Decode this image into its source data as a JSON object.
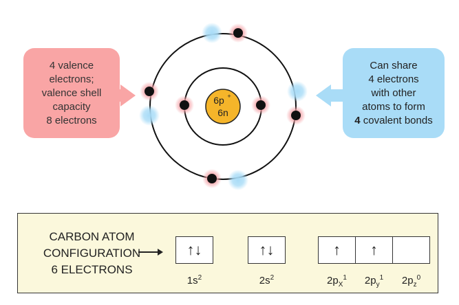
{
  "left_callout": {
    "lines": [
      "4 valence",
      "electrons;",
      "valence shell",
      "capacity",
      "8 electrons"
    ]
  },
  "right_callout": {
    "lines": [
      "Can share",
      "4 electrons",
      "with other",
      "atoms to form"
    ],
    "last_bold": "4",
    "last_rest": " covalent bonds"
  },
  "nucleus": {
    "protons": "6p",
    "proton_charge": "+",
    "neutrons": "6n"
  },
  "config": {
    "title_lines": [
      "CARBON ATOM",
      "CONFIGURATION",
      "6 ELECTRONS"
    ],
    "orbitals": [
      {
        "symbol": "↑↓",
        "label_base": "1s",
        "label_sub": "",
        "label_sup": "2"
      },
      {
        "symbol": "↑↓",
        "label_base": "2s",
        "label_sub": "",
        "label_sup": "2"
      },
      {
        "symbol": "↑",
        "label_base": "2p",
        "label_sub": "X",
        "label_sup": "1"
      },
      {
        "symbol": "↑",
        "label_base": "2p",
        "label_sub": "y",
        "label_sup": "1"
      },
      {
        "symbol": "",
        "label_base": "2p",
        "label_sub": "z",
        "label_sup": "0"
      }
    ]
  },
  "colors": {
    "electron": "#111111",
    "electron_glow": "#f4a3a8",
    "vacancy_glow": "#a9dcf7",
    "nucleus_fill": "#f5b52a",
    "callout_left": "#f9a5a5",
    "callout_right": "#a9dcf7",
    "config_bg": "#fbf8dc"
  }
}
